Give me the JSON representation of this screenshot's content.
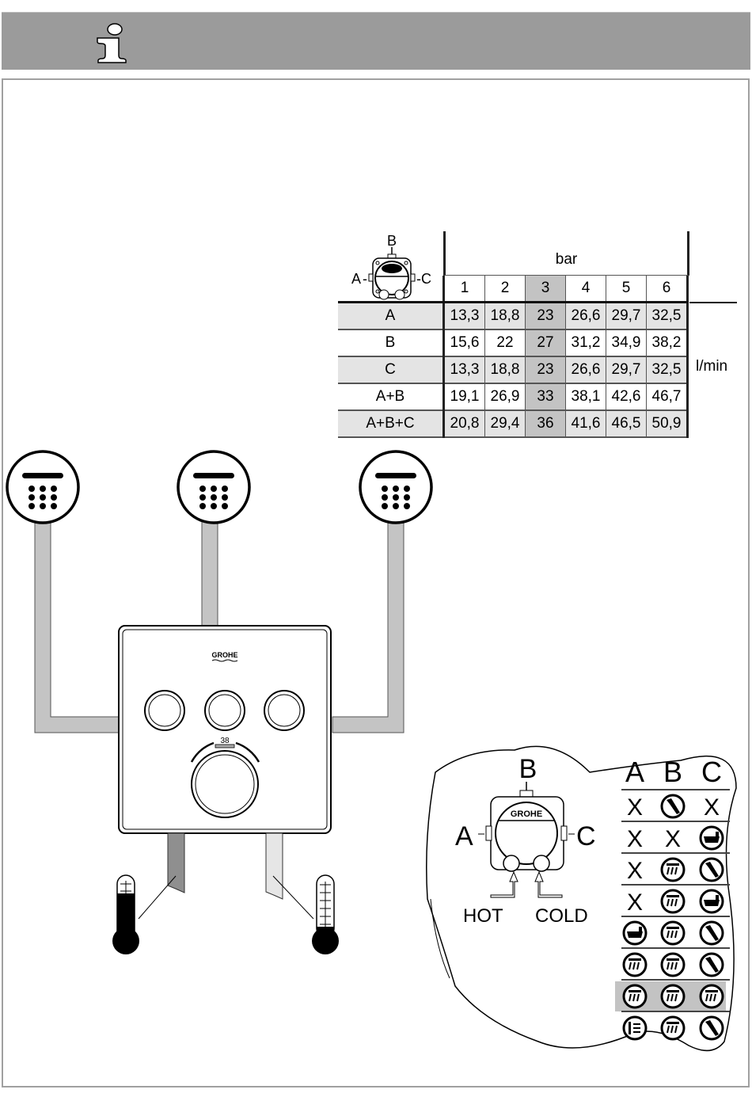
{
  "header": {
    "icon": "info-icon"
  },
  "flow_table": {
    "diagram_labels": {
      "a": "A",
      "b": "B",
      "c": "C"
    },
    "pressure_label": "bar",
    "unit": "l/min",
    "pressures": [
      "1",
      "2",
      "3",
      "4",
      "5",
      "6"
    ],
    "highlighted_pressure": "3",
    "rows": [
      {
        "label": "A",
        "values": [
          "13,3",
          "18,8",
          "23",
          "26,6",
          "29,7",
          "32,5"
        ],
        "shaded": true
      },
      {
        "label": "B",
        "values": [
          "15,6",
          "22",
          "27",
          "31,2",
          "34,9",
          "38,2"
        ],
        "shaded": false
      },
      {
        "label": "C",
        "values": [
          "13,3",
          "18,8",
          "23",
          "26,6",
          "29,7",
          "32,5"
        ],
        "shaded": true
      },
      {
        "label": "A+B",
        "values": [
          "19,1",
          "26,9",
          "33",
          "38,1",
          "42,6",
          "46,7"
        ],
        "shaded": false
      },
      {
        "label": "A+B+C",
        "values": [
          "20,8",
          "29,4",
          "36",
          "41,6",
          "46,5",
          "50,9"
        ],
        "shaded": true
      }
    ]
  },
  "illustration": {
    "shower_heads": [
      "shower-head-icon",
      "shower-head-icon",
      "shower-head-icon"
    ],
    "brand": "GROHE",
    "temperature_setting": "38",
    "buttons_count": 3,
    "hot_thermometer": "thermometer-hot-icon",
    "cold_thermometer": "thermometer-cold-icon"
  },
  "config_panel": {
    "outlet_labels": {
      "a": "A",
      "b": "B",
      "c": "C"
    },
    "brand": "GROHE",
    "inlet_labels": {
      "hot": "HOT",
      "cold": "COLD"
    },
    "column_headers": [
      "A",
      "B",
      "C"
    ],
    "rows": [
      {
        "cells": [
          "x",
          "hand-shower",
          "x"
        ],
        "highlighted": false
      },
      {
        "cells": [
          "x",
          "x",
          "bathtub"
        ],
        "highlighted": false
      },
      {
        "cells": [
          "x",
          "head-shower",
          "hand-shower"
        ],
        "highlighted": false
      },
      {
        "cells": [
          "x",
          "head-shower",
          "bathtub"
        ],
        "highlighted": false
      },
      {
        "cells": [
          "bathtub",
          "head-shower",
          "hand-shower"
        ],
        "highlighted": false
      },
      {
        "cells": [
          "head-shower",
          "head-shower",
          "hand-shower"
        ],
        "highlighted": false
      },
      {
        "cells": [
          "head-shower",
          "head-shower",
          "head-shower"
        ],
        "highlighted": true
      },
      {
        "cells": [
          "body-jets",
          "head-shower",
          "hand-shower"
        ],
        "highlighted": false
      }
    ],
    "x_symbol": "X"
  }
}
